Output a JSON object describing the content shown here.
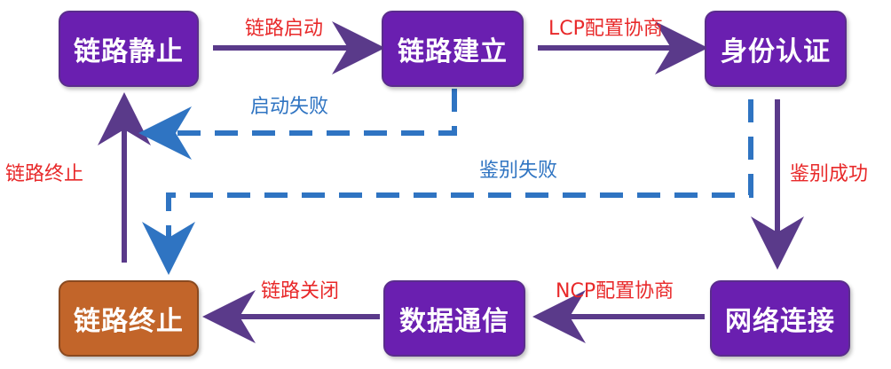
{
  "colors": {
    "node_purple": "#6a1fb0",
    "node_orange": "#c2652a",
    "solid_arrow": "#5a3a8a",
    "dashed_arrow": "#2f74c2",
    "label_red": "#e8292a",
    "label_blue": "#2f74c2"
  },
  "nodes": {
    "link_dead": "链路静止",
    "link_establish": "链路建立",
    "authenticate": "身份认证",
    "network_connect": "网络连接",
    "data_communication": "数据通信",
    "link_terminate": "链路终止"
  },
  "edges": {
    "start_link": "链路启动",
    "lcp_negotiation": "LCP配置协商",
    "start_failed": "启动失败",
    "auth_failed": "鉴别失败",
    "auth_success": "鉴别成功",
    "ncp_negotiation": "NCP配置协商",
    "link_close": "链路关闭",
    "link_terminate_up": "链路终止"
  }
}
